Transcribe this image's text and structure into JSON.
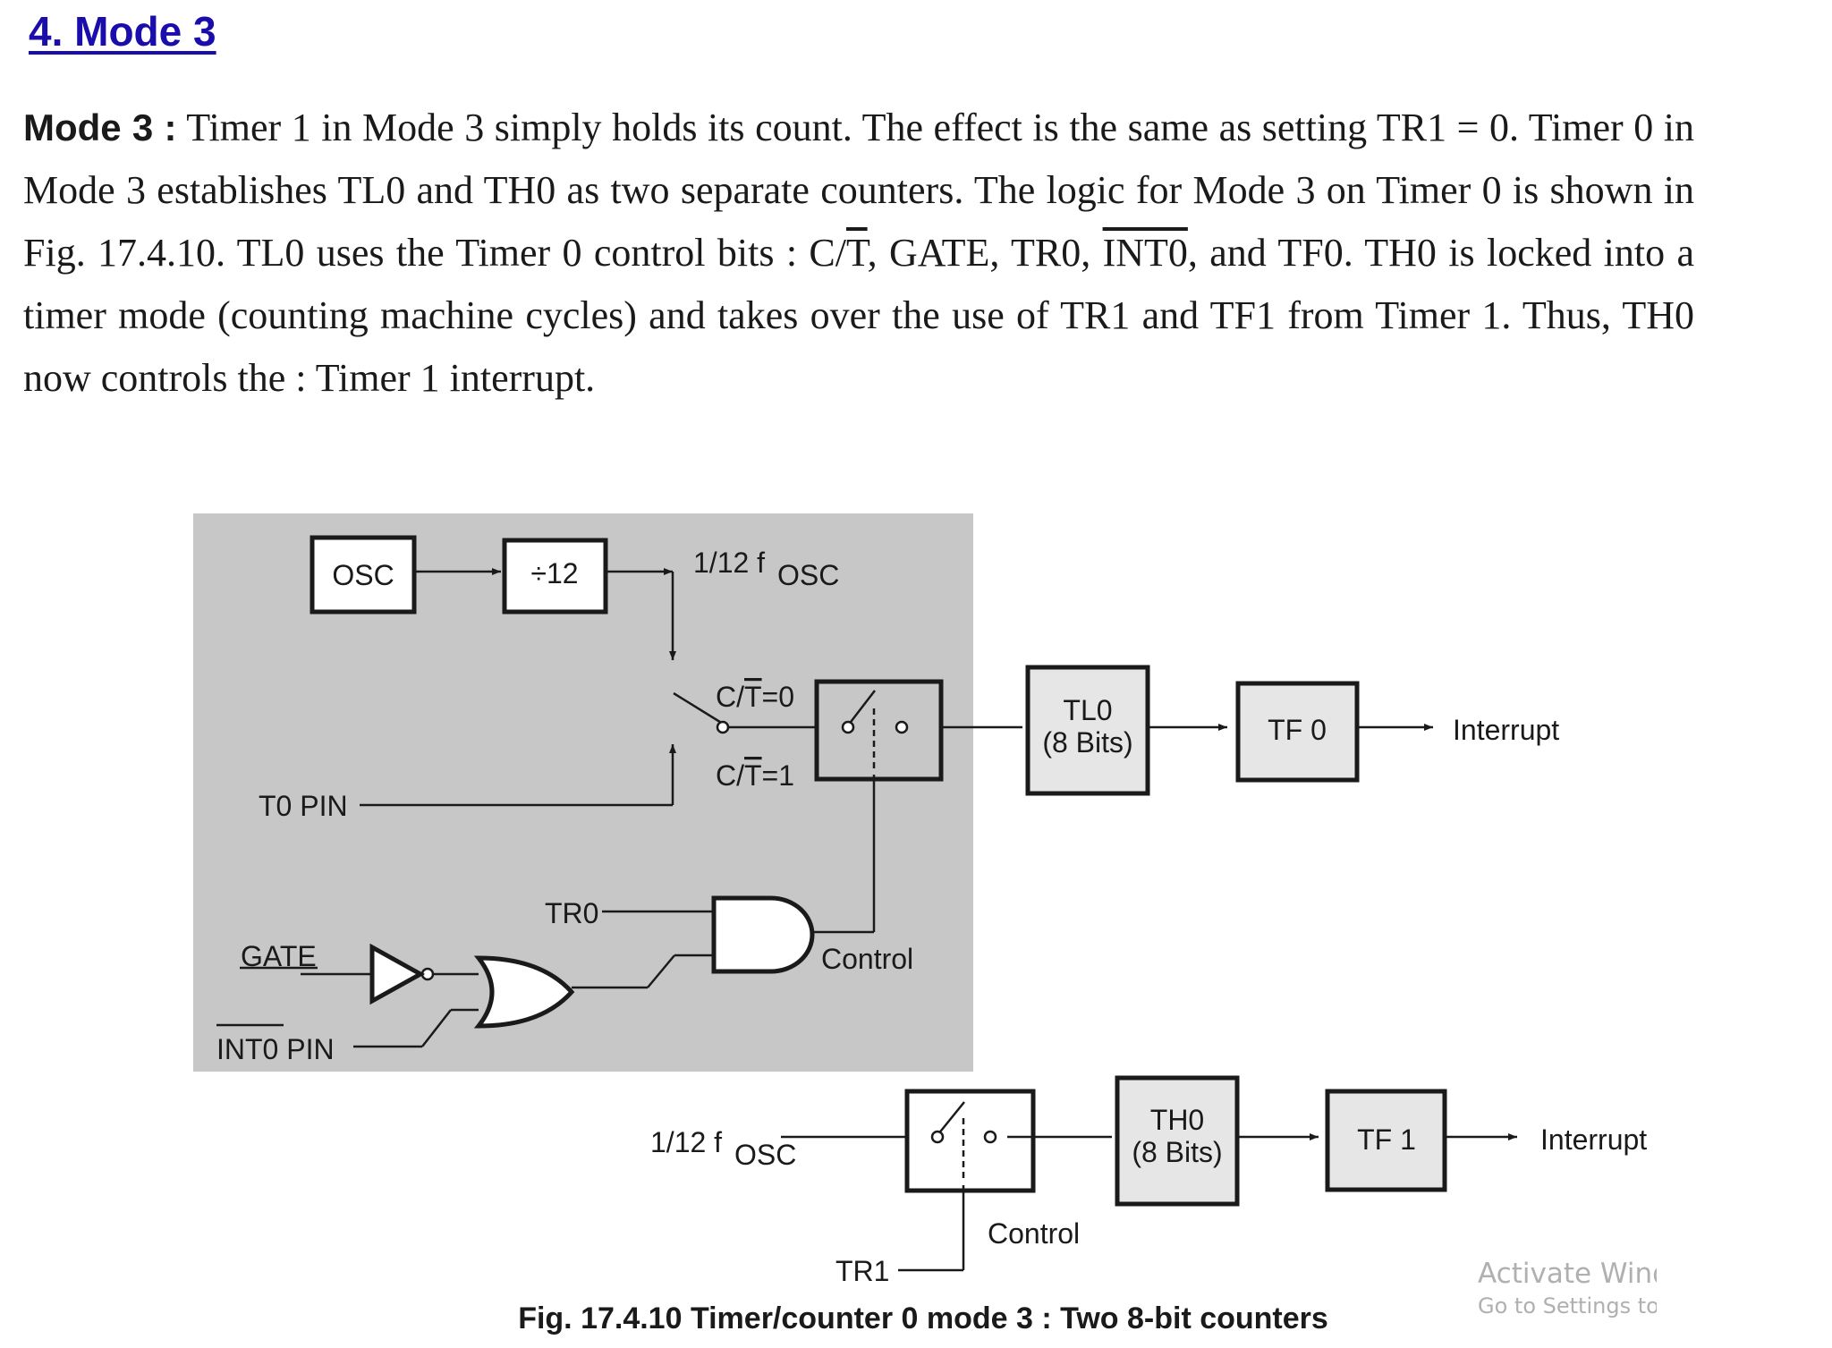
{
  "heading": "4. Mode 3",
  "paragraph": {
    "lead": "Mode 3 :",
    "t1": " Timer 1 in Mode 3 simply holds its count. The effect is the same as setting TR1 = 0. Timer 0 in Mode 3 establishes TL0 and TH0 as two separate counters. The logic for Mode 3 on Timer 0 is shown in Fig. 17.4.10. TL0 uses the Timer 0 control bits : C/",
    "t_over": "T",
    "t2": ", GATE, TR0, ",
    "int_over": "INT0",
    "t3": ", and TF0. TH0 is locked into a timer mode (counting machine cycles) and takes over the use of TR1 and TF1 from Timer 1. Thus, TH0 now controls the : Timer 1 interrupt."
  },
  "diagram": {
    "osc": "OSC",
    "div12": "÷12",
    "freq_top_main": "1/12 f",
    "freq_top_sub": "OSC",
    "ct0_a": "C/",
    "ct0_t": "T",
    "ct0_b": "=0",
    "ct1_a": "C/",
    "ct1_t": "T",
    "ct1_b": "=1",
    "t0pin": "T0 PIN",
    "tr0": "TR0",
    "gate": "GATE",
    "int0pin": "INT0 PIN",
    "control_top": "Control",
    "tl0_line1": "TL0",
    "tl0_line2": "(8 Bits)",
    "tf0": "TF 0",
    "interrupt_top": "Interrupt",
    "freq_bot_main": "1/12 f",
    "freq_bot_sub": "OSC",
    "th0_line1": "TH0",
    "th0_line2": "(8 Bits)",
    "tf1": "TF 1",
    "interrupt_bot": "Interrupt",
    "control_bot": "Control",
    "tr1": "TR1",
    "caption": "Fig. 17.4.10 Timer/counter 0 mode 3 : Two 8-bit counters"
  },
  "watermark": {
    "line1": "Activate Windows",
    "line2": "Go to Settings to activate Windows."
  },
  "colors": {
    "heading": "#1a0dab",
    "shaded_region": "#c7c7c7",
    "box_fill": "#e6e6e6",
    "watermark": "#b0b0b0"
  }
}
